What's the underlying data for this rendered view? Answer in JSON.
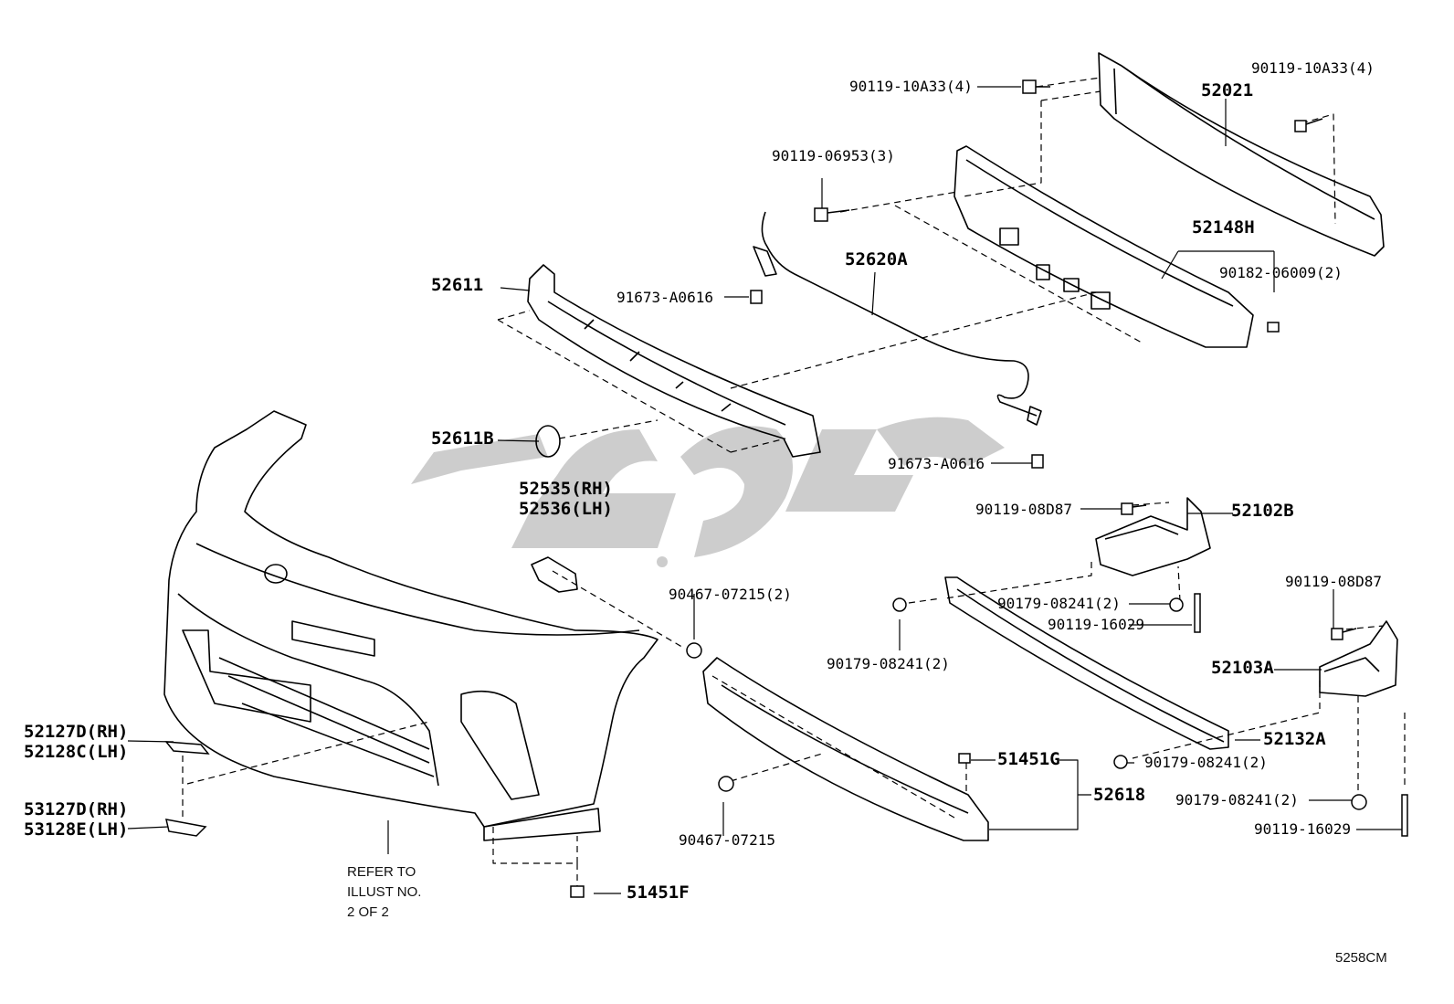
{
  "diagram": {
    "code": "5258CM",
    "note": [
      "REFER TO",
      "ILLUST NO.",
      "2 OF 2"
    ],
    "watermark_color": "#c8c8c8",
    "parts": {
      "p52021": "52021",
      "p52148H": "52148H",
      "p52611": "52611",
      "p52620A": "52620A",
      "p52611B": "52611B",
      "p52535": "52535(RH)",
      "p52536": "52536(LH)",
      "p52102B": "52102B",
      "p52103A": "52103A",
      "p52132A": "52132A",
      "p51451G": "51451G",
      "p52618": "52618",
      "p51451F": "51451F",
      "p52127D": "52127D(RH)",
      "p52128C": "52128C(LH)",
      "p53127D": "53127D(RH)",
      "p53128E": "53128E(LH)",
      "b90119_10A33_a": "90119-10A33(4)",
      "b90119_10A33_b": "90119-10A33(4)",
      "b90119_06953": "90119-06953(3)",
      "b90182_06009": "90182-06009(2)",
      "b91673_A0616_a": "91673-A0616",
      "b91673_A0616_b": "91673-A0616",
      "b90119_08D87_a": "90119-08D87",
      "b90119_08D87_b": "90119-08D87",
      "b90467_07215_2": "90467-07215(2)",
      "b90467_07215": "90467-07215",
      "b90179_08241_a": "90179-08241(2)",
      "b90179_08241_b": "90179-08241(2)",
      "b90179_08241_c": "90179-08241(2)",
      "b90179_08241_d": "90179-08241(2)",
      "b90119_16029_a": "90119-16029",
      "b90119_16029_b": "90119-16029"
    }
  }
}
